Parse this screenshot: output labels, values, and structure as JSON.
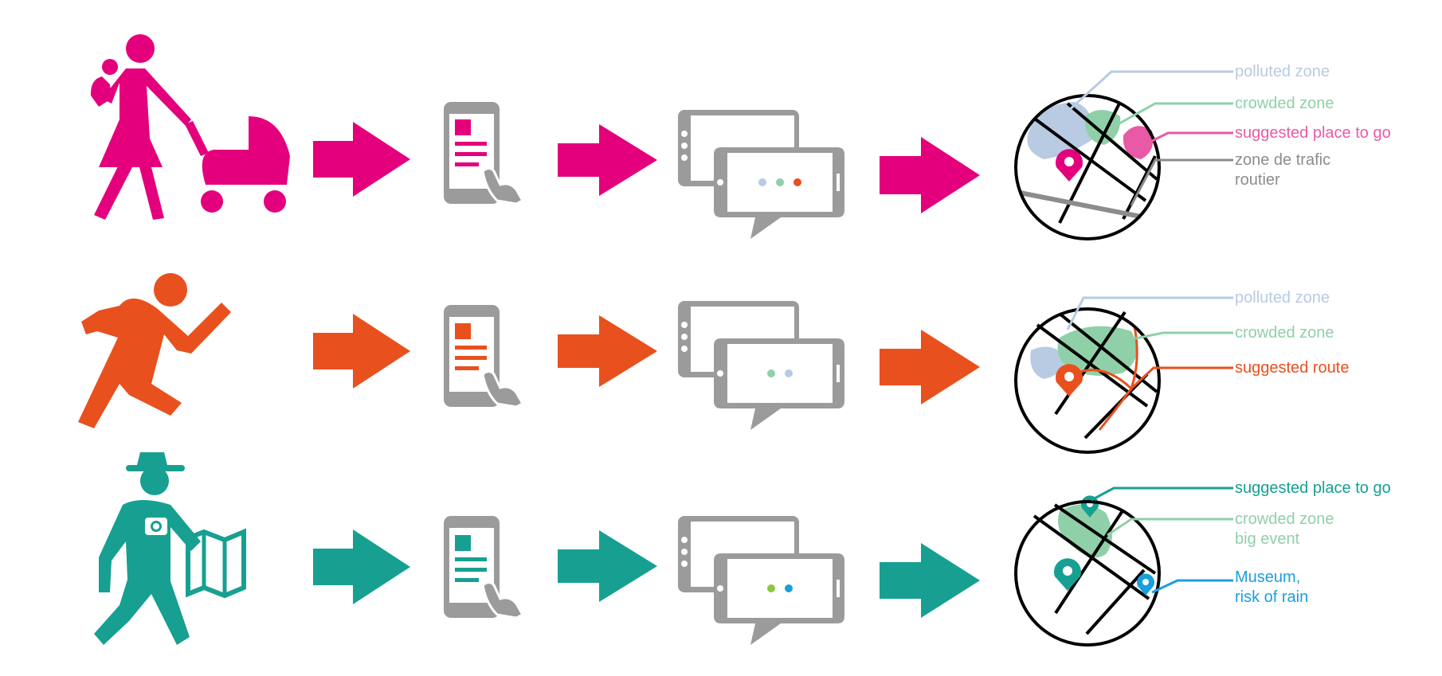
{
  "colors": {
    "magenta": "#E4007C",
    "orange": "#E8501E",
    "teal": "#17A091",
    "grey": "#9B9B9B",
    "polluted": "#B8CBE3",
    "crowded": "#8FD0A8",
    "traffic": "#8C8C8C",
    "museum": "#1A9FDC",
    "suggested_pink": "#E95AA6",
    "dot_green": "#8DC63F"
  },
  "rows": [
    {
      "persona_icon": "woman-with-child-and-stroller-icon",
      "color": "#E4007C",
      "chat_dots": [
        "#B8CBE3",
        "#8FD0A8",
        "#E8501E"
      ],
      "callouts": [
        {
          "text": "polluted zone",
          "color": "#B8CBE3"
        },
        {
          "text": "crowded zone",
          "color": "#8FD0A8"
        },
        {
          "text": "suggested place to go",
          "color": "#E95AA6"
        },
        {
          "text": "zone de trafic",
          "text2": "routier",
          "color": "#8C8C8C"
        }
      ]
    },
    {
      "persona_icon": "runner-icon",
      "color": "#E8501E",
      "chat_dots": [
        "#8FD0A8",
        "#B8CBE3"
      ],
      "callouts": [
        {
          "text": "polluted zone",
          "color": "#B8CBE3"
        },
        {
          "text": "crowded zone",
          "color": "#8FD0A8"
        },
        {
          "text": "suggested route",
          "color": "#E8501E"
        }
      ]
    },
    {
      "persona_icon": "tourist-with-map-icon",
      "color": "#17A091",
      "chat_dots": [
        "#8DC63F",
        "#1A9FDC"
      ],
      "callouts": [
        {
          "text": "suggested place to go",
          "color": "#17A091"
        },
        {
          "text": "crowded zone",
          "text2": "big event",
          "color": "#8FD0A8"
        },
        {
          "text": "Museum,",
          "text2": "risk of rain",
          "color": "#1A9FDC"
        }
      ]
    }
  ]
}
